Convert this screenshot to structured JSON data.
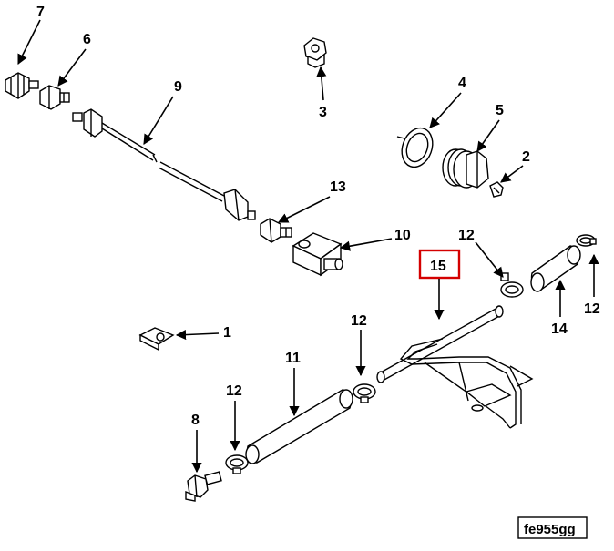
{
  "diagram": {
    "reference_code": "fe955gg",
    "highlighted_callout": "15",
    "callouts": {
      "c1": "1",
      "c2": "2",
      "c3": "3",
      "c4": "4",
      "c5": "5",
      "c6": "6",
      "c7": "7",
      "c8": "8",
      "c9": "9",
      "c10": "10",
      "c11": "11",
      "c12a": "12",
      "c12b": "12",
      "c12c": "12",
      "c12d": "12",
      "c13": "13",
      "c14": "14",
      "c15": "15"
    },
    "colors": {
      "line": "#000000",
      "highlight": "#d40000",
      "background": "#ffffff"
    }
  }
}
